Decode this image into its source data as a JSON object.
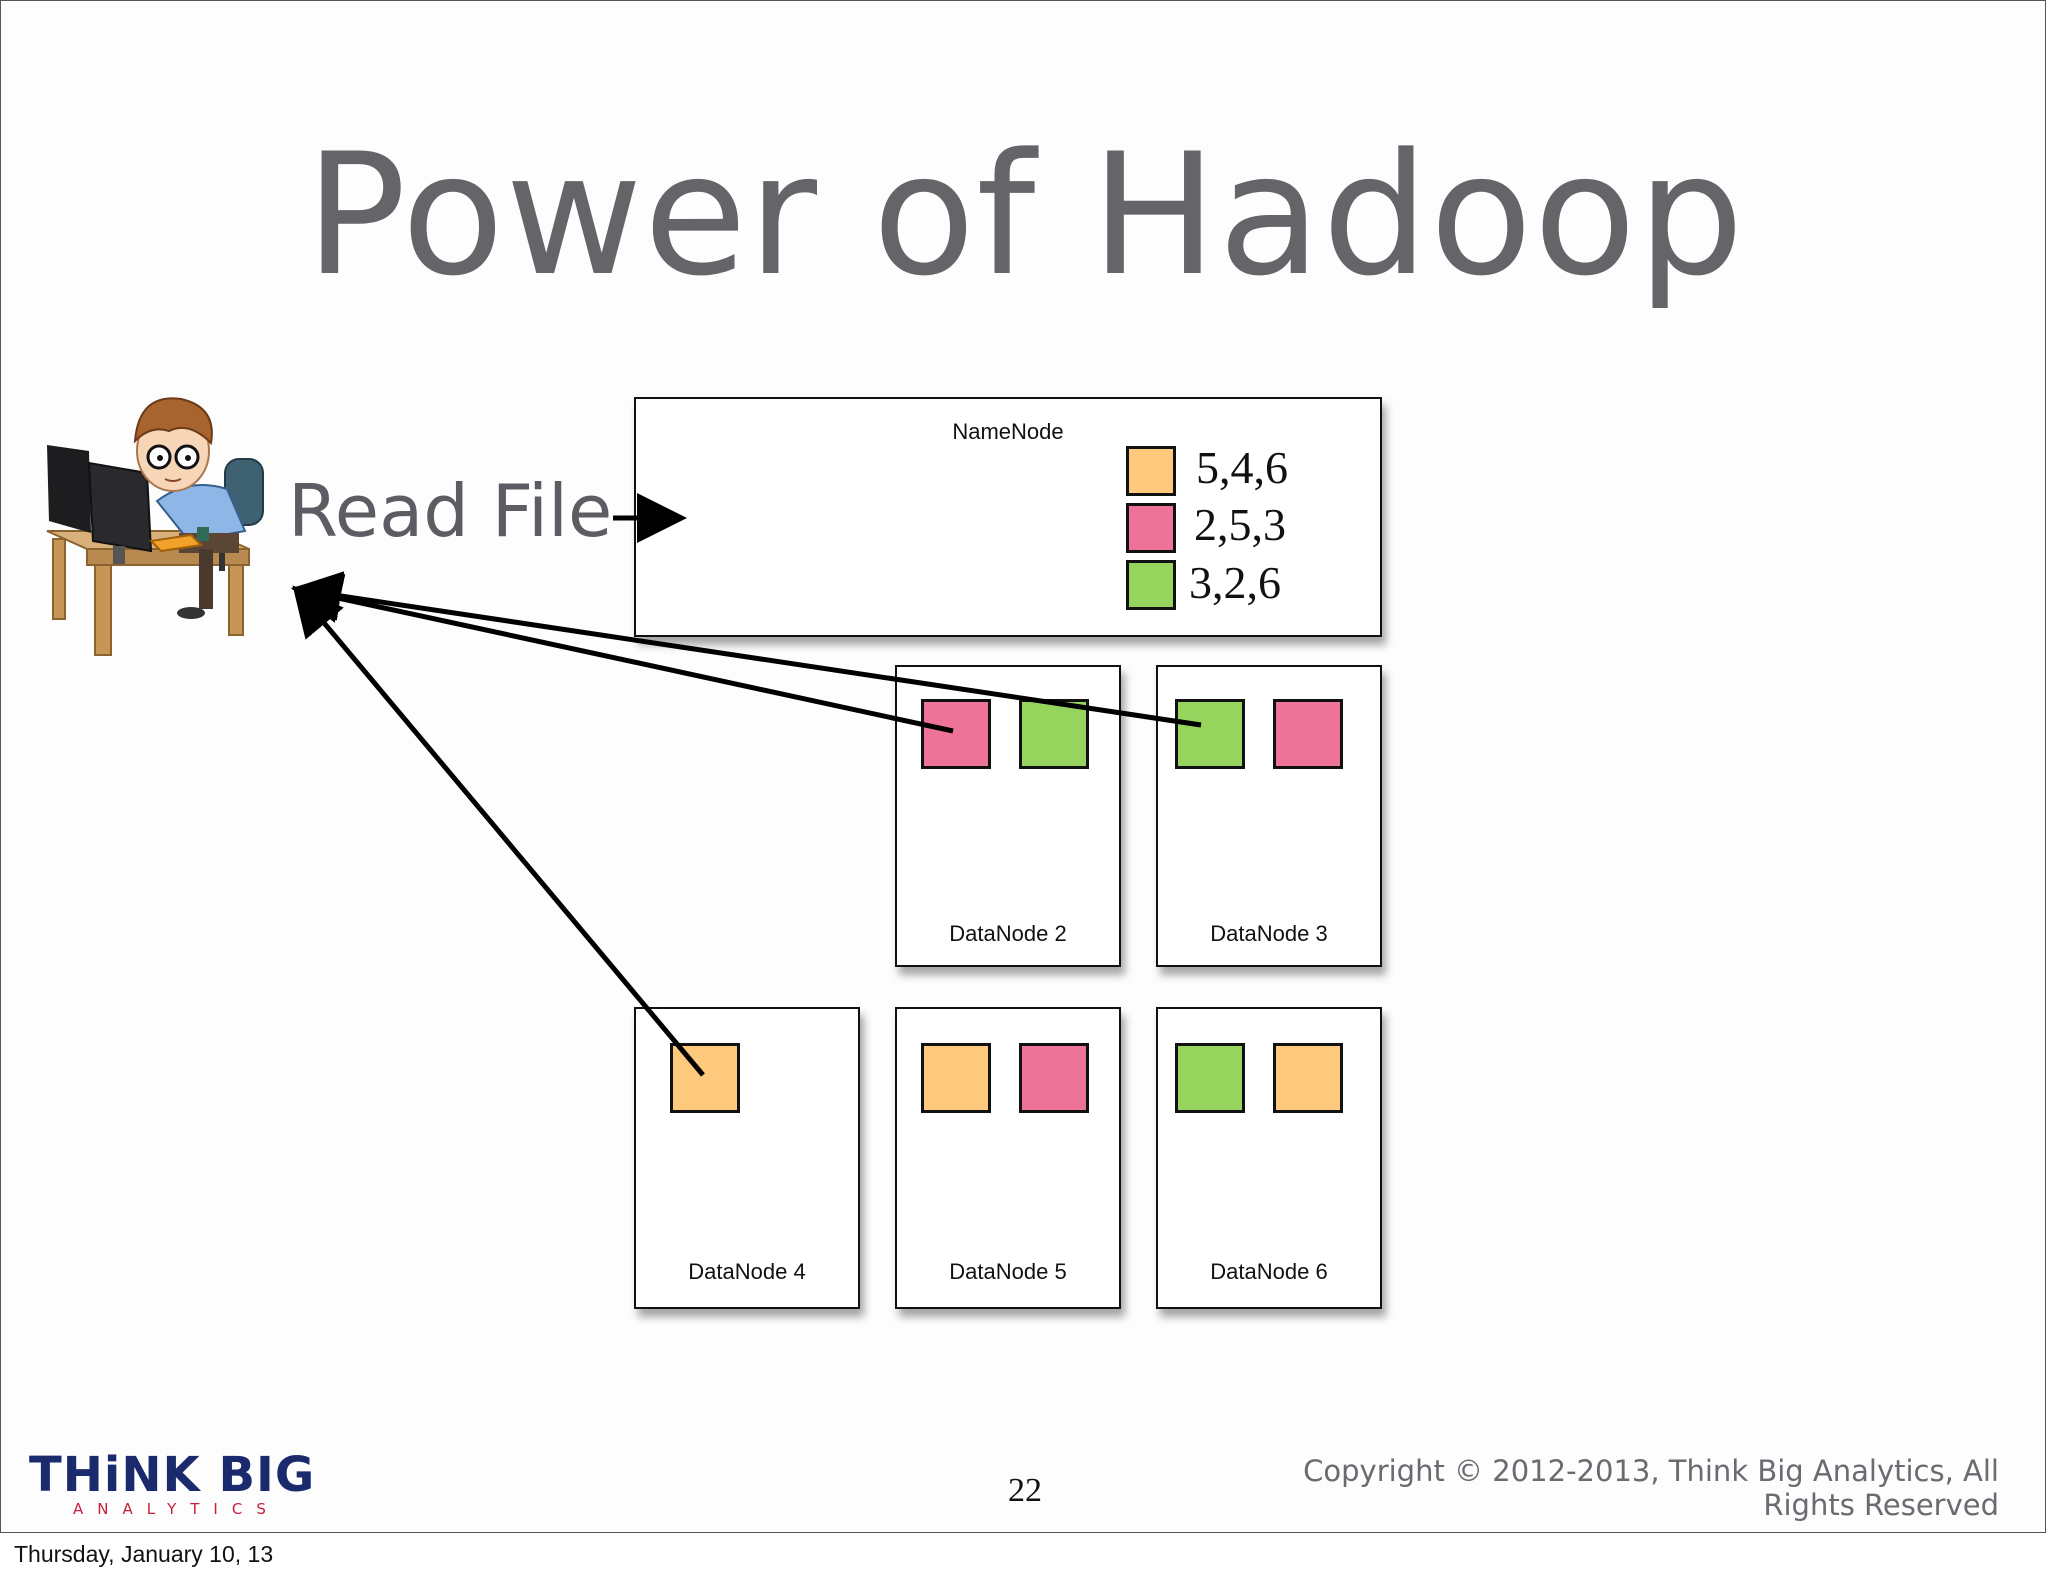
{
  "slide": {
    "title": "Power of Hadoop",
    "read_file_label": "Read File",
    "page_number": "22",
    "copyright_line1": "Copyright © 2012-2013, Think Big Analytics, All",
    "copyright_line2": "Rights Reserved",
    "date": "Thursday, January 10, 13"
  },
  "logo": {
    "main": "THiNK BIG",
    "sub": "ANALYTICS"
  },
  "namenode": {
    "label": "NameNode",
    "legend": [
      {
        "color": "orange",
        "text": "5,4,6"
      },
      {
        "color": "pink",
        "text": "2,5,3"
      },
      {
        "color": "green",
        "text": "3,2,6"
      }
    ]
  },
  "datanodes": [
    {
      "label": "DataNode 2",
      "blocks": [
        "pink",
        "green"
      ]
    },
    {
      "label": "DataNode 3",
      "blocks": [
        "green",
        "pink"
      ]
    },
    {
      "label": "DataNode 4",
      "blocks": [
        "orange"
      ]
    },
    {
      "label": "DataNode 5",
      "blocks": [
        "orange",
        "pink"
      ]
    },
    {
      "label": "DataNode 6",
      "blocks": [
        "green",
        "orange"
      ]
    }
  ],
  "colors": {
    "orange": "#fec97c",
    "pink": "#ee7399",
    "green": "#96d45e",
    "title": "#646469",
    "logo_blue": "#1a2a6c",
    "logo_red": "#c8203c"
  }
}
